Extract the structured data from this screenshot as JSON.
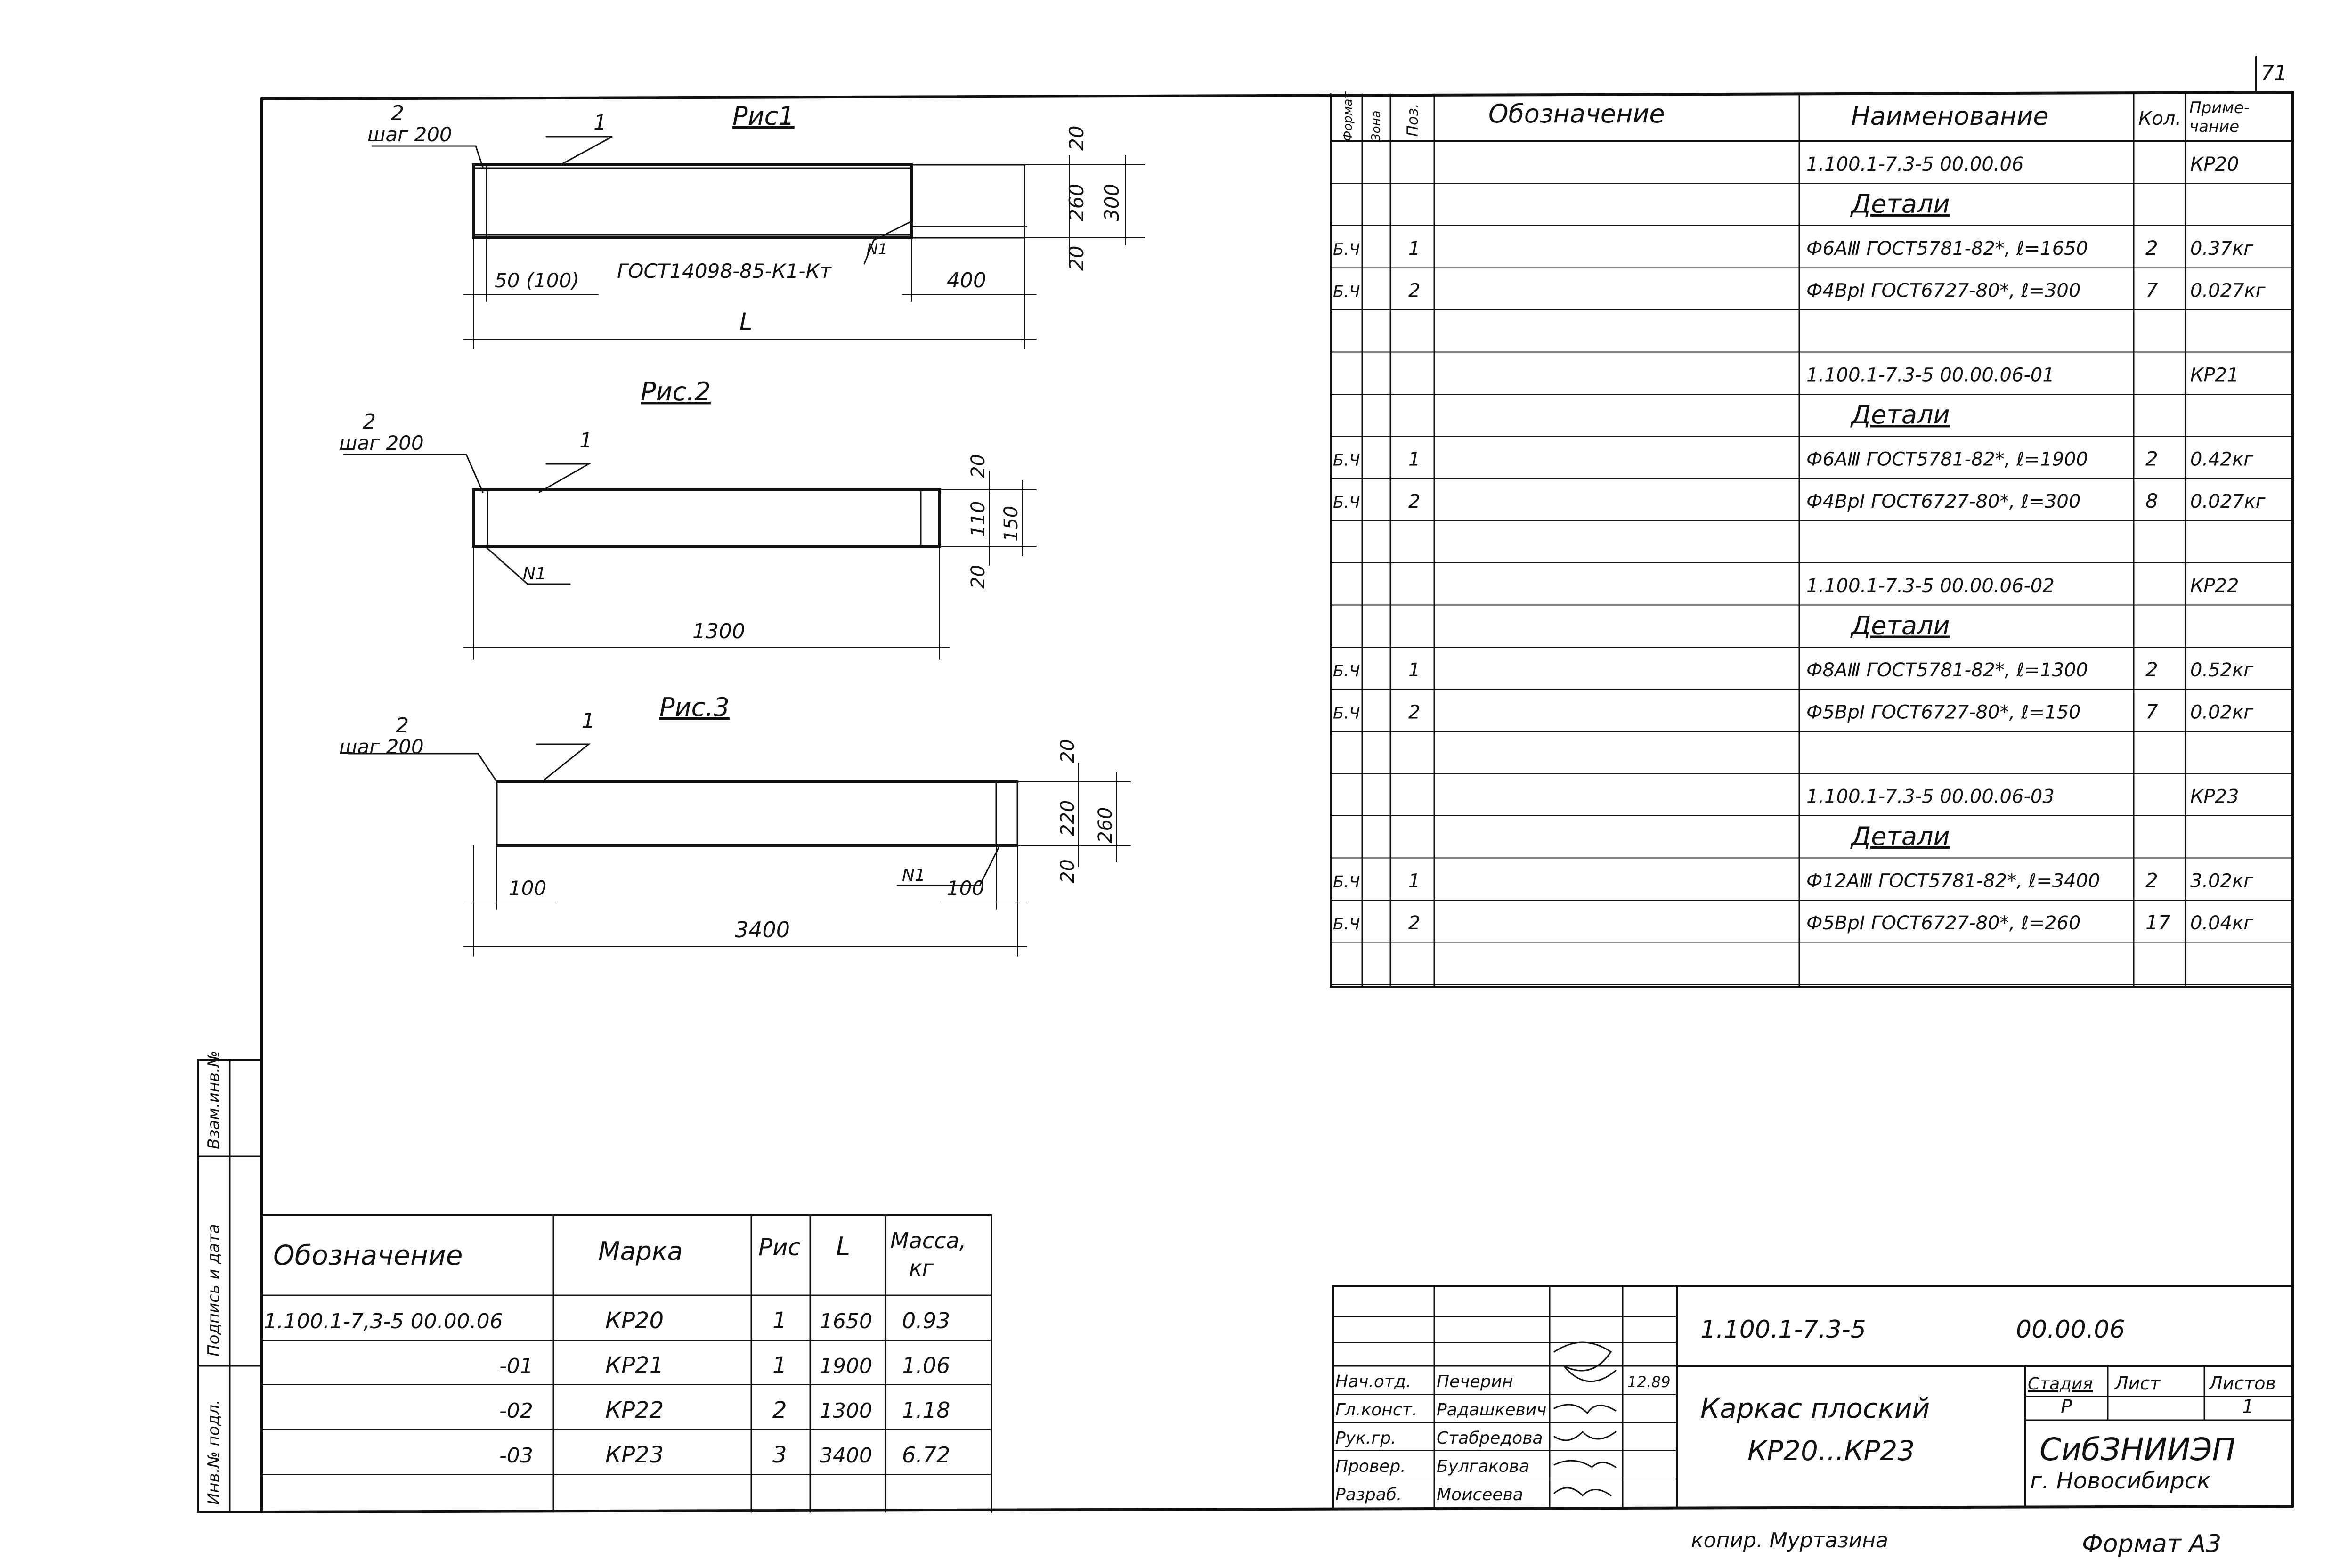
{
  "sheet": {
    "page_number": "71",
    "copied_by": "копир. Муртазина",
    "format": "Формат А3"
  },
  "figures": {
    "fig1": {
      "caption": "Рис1",
      "callout_bar": "2",
      "callout_step": "шаг 200",
      "callout_rod": "1",
      "weld_label": "ГОСТ14098-85-К1-Кт",
      "weld_node": "N1",
      "dim_offset": "50 (100)",
      "dim_end": "400",
      "dim_length": "L",
      "dim_top": "20",
      "dim_mid": "260",
      "dim_bottom": "20",
      "dim_total": "300"
    },
    "fig2": {
      "caption": "Рис.2",
      "callout_bar": "2",
      "callout_step": "шаг 200",
      "callout_rod": "1",
      "weld_node": "N1",
      "dim_length": "1300",
      "dim_top": "20",
      "dim_mid": "110",
      "dim_bottom": "20",
      "dim_total": "150"
    },
    "fig3": {
      "caption": "Рис.3",
      "callout_bar": "2",
      "callout_step": "шаг 200",
      "callout_rod": "1",
      "weld_node": "N1",
      "dim_offset_left": "100",
      "dim_offset_right": "100",
      "dim_length": "3400",
      "dim_top": "20",
      "dim_mid": "220",
      "dim_bottom": "20",
      "dim_total": "260"
    }
  },
  "spec": {
    "headers": {
      "format": "Формат",
      "zone": "Зона",
      "pos": "Поз.",
      "designation": "Обозначение",
      "name": "Наименование",
      "qty": "Кол.",
      "note": "Приме-\nчание"
    },
    "rows": [
      {
        "fmt": "",
        "pos": "",
        "name": "1.100.1-7.3-5  00.00.06",
        "qty": "",
        "note": "КР20"
      },
      {
        "fmt": "",
        "pos": "",
        "name": "Детали",
        "qty": "",
        "note": "",
        "underline": true
      },
      {
        "fmt": "Б.Ч",
        "pos": "1",
        "name": "Ф6АⅢ ГОСТ5781-82*, ℓ=1650",
        "qty": "2",
        "note": "0.37кг"
      },
      {
        "fmt": "Б.Ч",
        "pos": "2",
        "name": "Ф4ВрⅠ ГОСТ6727-80*, ℓ=300",
        "qty": "7",
        "note": "0.027кг"
      },
      {
        "fmt": "",
        "pos": "",
        "name": "",
        "qty": "",
        "note": ""
      },
      {
        "fmt": "",
        "pos": "",
        "name": "1.100.1-7.3-5  00.00.06-01",
        "qty": "",
        "note": "КР21"
      },
      {
        "fmt": "",
        "pos": "",
        "name": "Детали",
        "qty": "",
        "note": "",
        "underline": true
      },
      {
        "fmt": "Б.Ч",
        "pos": "1",
        "name": "Ф6АⅢ ГОСТ5781-82*, ℓ=1900",
        "qty": "2",
        "note": "0.42кг"
      },
      {
        "fmt": "Б.Ч",
        "pos": "2",
        "name": "Ф4ВрⅠ ГОСТ6727-80*, ℓ=300",
        "qty": "8",
        "note": "0.027кг"
      },
      {
        "fmt": "",
        "pos": "",
        "name": "",
        "qty": "",
        "note": ""
      },
      {
        "fmt": "",
        "pos": "",
        "name": "1.100.1-7.3-5  00.00.06-02",
        "qty": "",
        "note": "КР22"
      },
      {
        "fmt": "",
        "pos": "",
        "name": "Детали",
        "qty": "",
        "note": "",
        "underline": true
      },
      {
        "fmt": "Б.Ч",
        "pos": "1",
        "name": "Ф8АⅢ ГОСТ5781-82*, ℓ=1300",
        "qty": "2",
        "note": "0.52кг"
      },
      {
        "fmt": "Б.Ч",
        "pos": "2",
        "name": "Ф5ВрⅠ ГОСТ6727-80*, ℓ=150",
        "qty": "7",
        "note": "0.02кг"
      },
      {
        "fmt": "",
        "pos": "",
        "name": "",
        "qty": "",
        "note": ""
      },
      {
        "fmt": "",
        "pos": "",
        "name": "1.100.1-7.3-5  00.00.06-03",
        "qty": "",
        "note": "КР23"
      },
      {
        "fmt": "",
        "pos": "",
        "name": "Детали",
        "qty": "",
        "note": "",
        "underline": true
      },
      {
        "fmt": "Б.Ч",
        "pos": "1",
        "name": "Ф12АⅢ ГОСТ5781-82*, ℓ=3400",
        "qty": "2",
        "note": "3.02кг"
      },
      {
        "fmt": "Б.Ч",
        "pos": "2",
        "name": "Ф5ВрⅠ ГОСТ6727-80*, ℓ=260",
        "qty": "17",
        "note": "0.04кг"
      },
      {
        "fmt": "",
        "pos": "",
        "name": "",
        "qty": "",
        "note": ""
      }
    ]
  },
  "marks": {
    "headers": {
      "designation": "Обозначение",
      "mark": "Марка",
      "fig": "Рис",
      "length": "L",
      "mass": "Масса,\nкг"
    },
    "rows": [
      {
        "designation": "1.100.1-7,3-5 00.00.06",
        "mark": "КР20",
        "fig": "1",
        "length": "1650",
        "mass": "0.93"
      },
      {
        "designation": "-01",
        "mark": "КР21",
        "fig": "1",
        "length": "1900",
        "mass": "1.06"
      },
      {
        "designation": "-02",
        "mark": "КР22",
        "fig": "2",
        "length": "1300",
        "mass": "1.18"
      },
      {
        "designation": "-03",
        "mark": "КР23",
        "fig": "3",
        "length": "3400",
        "mass": "6.72"
      }
    ]
  },
  "side_stamp": {
    "inv_orig": "Инв.№ подл.",
    "sign_date": "Подпись и дата",
    "inv_dup": "Взам.инв.№"
  },
  "title_block": {
    "doc_code": "1.100.1-7.3-5",
    "doc_number": "00.00.06",
    "title": "Каркас плоский",
    "subtitle": "КР20...КР23",
    "stage_label": "Стадия",
    "sheet_label": "Лист",
    "sheets_label": "Листов",
    "stage_value": "Р",
    "sheets_value": "1",
    "org": "СибЗНИИЭП",
    "city": "г. Новосибирск",
    "date": "12.89",
    "roles": [
      {
        "role": "Нач.отд.",
        "person": "Печерин"
      },
      {
        "role": "Гл.конст.",
        "person": "Радашкевич"
      },
      {
        "role": "Рук.гр.",
        "person": "Стабредова"
      },
      {
        "role": "Провер.",
        "person": "Булгакова"
      },
      {
        "role": "Разраб.",
        "person": "Моисеева"
      }
    ]
  }
}
